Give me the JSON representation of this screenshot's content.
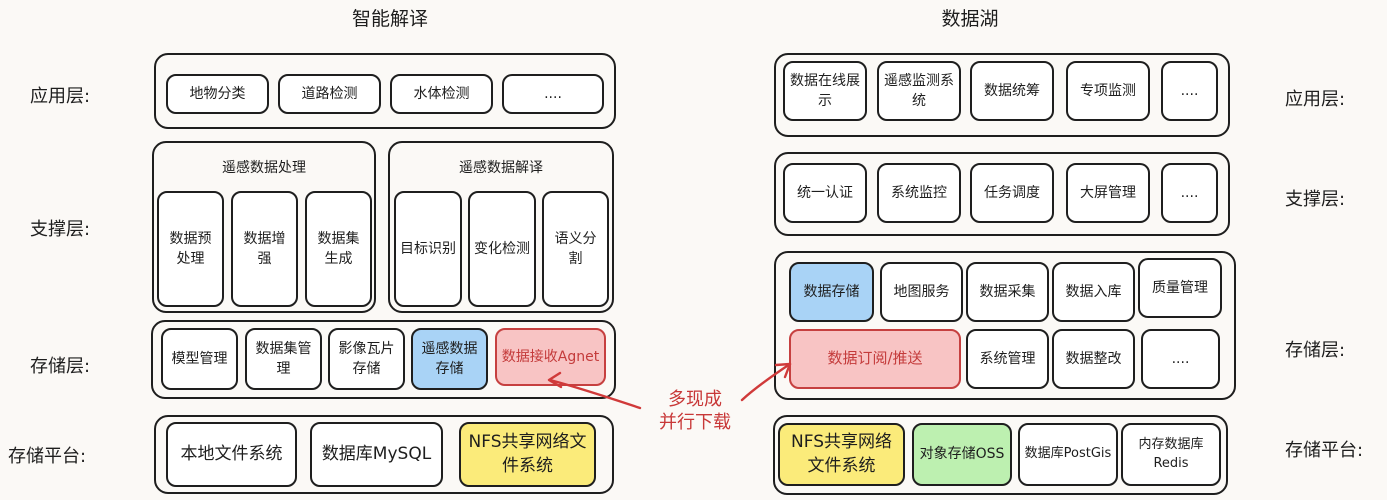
{
  "left": {
    "title": "智能解译",
    "labels": {
      "app": "应用层:",
      "support": "支撑层:",
      "storage": "存储层:",
      "platform": "存储平台:"
    },
    "app": [
      "地物分类",
      "道路检测",
      "水体检测",
      "...."
    ],
    "support_groups": [
      {
        "title": "遥感数据处理",
        "items": [
          "数据预处理",
          "数据增强",
          "数据集生成"
        ]
      },
      {
        "title": "遥感数据解译",
        "items": [
          "目标识别",
          "变化检测",
          "语义分割"
        ]
      }
    ],
    "storage": [
      "模型管理",
      "数据集管理",
      "影像瓦片存储",
      "遥感数据存储",
      "数据接收Agnet"
    ],
    "platform": [
      "本地文件系统",
      "数据库MySQL",
      "NFS共享网络文件系统"
    ]
  },
  "right": {
    "title": "数据湖",
    "labels": {
      "app": "应用层:",
      "support": "支撑层:",
      "storage": "存储层:",
      "platform": "存储平台:"
    },
    "app": [
      "数据在线展示",
      "遥感监测系统",
      "数据统筹",
      "专项监测",
      "...."
    ],
    "support": [
      "统一认证",
      "系统监控",
      "任务调度",
      "大屏管理",
      "...."
    ],
    "storage_row1": [
      "数据存储",
      "地图服务",
      "数据采集",
      "数据入库",
      "质量管理"
    ],
    "storage_row2": [
      "数据订阅/推送",
      "系统管理",
      "数据整改",
      "...."
    ],
    "platform": [
      "NFS共享网络文件系统",
      "对象存储OSS",
      "数据库PostGis",
      "内存数据库Redis"
    ]
  },
  "annotation": {
    "line1": "多现成",
    "line2": "并行下载"
  },
  "colors": {
    "blue": "#a9d3f6",
    "red": "#f8c4c4",
    "yellow": "#fbeb7a",
    "green": "#bdf0b0",
    "arrow": "#d03a3a"
  }
}
